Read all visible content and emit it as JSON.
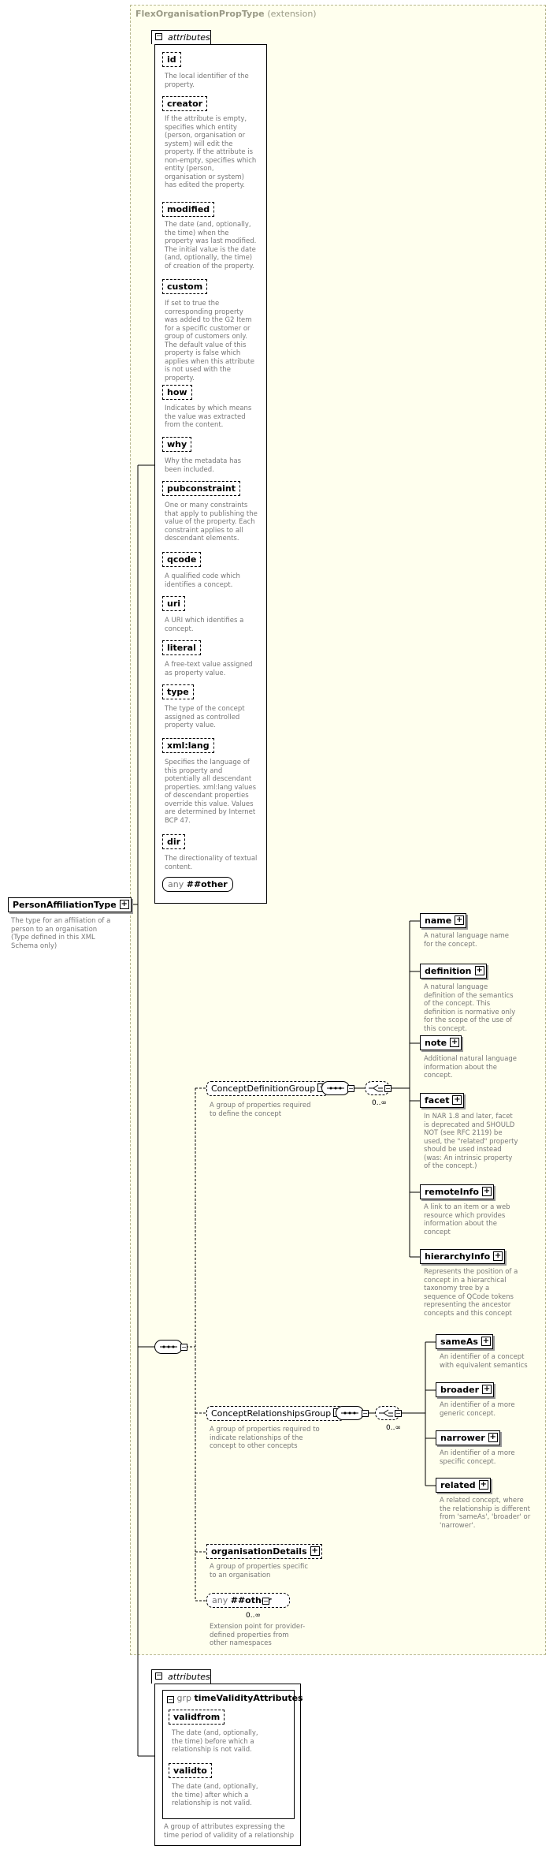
{
  "extension": {
    "title": "FlexOrganisationPropType",
    "suffix": "(extension)"
  },
  "attributes_label": "attributes",
  "root": {
    "name": "PersonAffiliationType",
    "description": "The type for an affiliation of a person to an organisation (Type defined in this XML Schema only)"
  },
  "attributes": [
    {
      "name": "id",
      "desc": "The local identifier of the property."
    },
    {
      "name": "creator",
      "desc": "If the attribute is empty, specifies which entity (person, organisation or system) will edit the property. If the attribute is non-empty, specifies which entity (person, organisation or system) has edited the property."
    },
    {
      "name": "modified",
      "desc": "The date (and, optionally, the time) when the property was last modified. The initial value is the date (and, optionally, the time) of creation of the property."
    },
    {
      "name": "custom",
      "desc": "If set to true the corresponding property was added to the G2 Item for a specific customer or group of customers only. The default value of this property is false which applies when this attribute is not used with the property."
    },
    {
      "name": "how",
      "desc": "Indicates by which means the value was extracted from the content."
    },
    {
      "name": "why",
      "desc": "Why the metadata has been included."
    },
    {
      "name": "pubconstraint",
      "desc": "One or many constraints that apply to publishing the value of the property. Each constraint applies to all descendant elements."
    },
    {
      "name": "qcode",
      "desc": "A qualified code which identifies a concept."
    },
    {
      "name": "uri",
      "desc": "A URI which identifies a concept."
    },
    {
      "name": "literal",
      "desc": "A free-text value assigned as property value."
    },
    {
      "name": "type",
      "desc": "The type of the concept assigned as controlled property value."
    },
    {
      "name": "xml:lang",
      "desc": "Specifies the language of this property and potentially all descendant properties. xml:lang values of descendant properties override this value. Values are determined by Internet BCP 47."
    },
    {
      "name": "dir",
      "desc": "The directionality of textual content."
    }
  ],
  "any_other": {
    "keyword": "any",
    "name": "##other"
  },
  "concept_definition_group": {
    "name": "ConceptDefinitionGroup",
    "desc": "A group of properties required to define the concept",
    "cardinality": "0..∞",
    "elements": [
      {
        "name": "name",
        "desc": "A natural language name for the concept."
      },
      {
        "name": "definition",
        "desc": "A natural language definition of the semantics of the concept. This definition is normative only for the scope of the use of this concept."
      },
      {
        "name": "note",
        "desc": "Additional natural language information about the concept."
      },
      {
        "name": "facet",
        "desc": "In NAR 1.8 and later, facet is deprecated and SHOULD NOT (see RFC 2119) be used, the \"related\" property should be used instead (was: An intrinsic property of the concept.)"
      },
      {
        "name": "remoteInfo",
        "desc": "A link to an item or a web resource which provides information about the concept"
      },
      {
        "name": "hierarchyInfo",
        "desc": "Represents the position of a concept in a hierarchical taxonomy tree by a sequence of QCode tokens representing the ancestor concepts and this concept"
      }
    ]
  },
  "concept_relationships_group": {
    "name": "ConceptRelationshipsGroup",
    "desc": "A group of properties required to indicate relationships of the concept to other concepts",
    "cardinality": "0..∞",
    "elements": [
      {
        "name": "sameAs",
        "desc": "An identifier of a concept with equivalent semantics"
      },
      {
        "name": "broader",
        "desc": "An identifier of a more generic concept."
      },
      {
        "name": "narrower",
        "desc": "An identifier of a more specific concept."
      },
      {
        "name": "related",
        "desc": "A related concept, where the relationship is different from 'sameAs', 'broader' or 'narrower'."
      }
    ]
  },
  "organisation_details": {
    "name": "organisationDetails",
    "desc": "A group of properties specific to an organisation"
  },
  "any_other_element": {
    "keyword": "any",
    "name": "##other",
    "cardinality": "0..∞",
    "desc": "Extension point for provider-defined properties from other namespaces"
  },
  "time_validity": {
    "grp_keyword": "grp",
    "name": "timeValidityAttributes",
    "attributes": [
      {
        "name": "validfrom",
        "desc": "The date (and, optionally, the time) before which a relationship is not valid."
      },
      {
        "name": "validto",
        "desc": "The date (and, optionally, the time) after which a relationship is not valid."
      }
    ],
    "desc": "A group of attributes expressing the time period of validity of a relationship"
  }
}
